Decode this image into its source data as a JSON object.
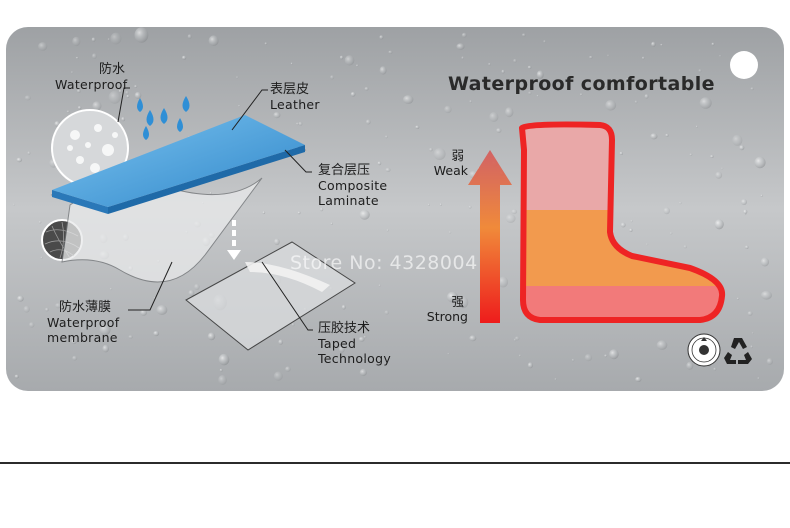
{
  "headline": "Waterproof  comfortable",
  "watermark": "Store No: 4328004",
  "layers": {
    "waterproof": {
      "zh": "防水",
      "en": "Waterproof"
    },
    "leather": {
      "zh": "表层皮",
      "en": "Leather"
    },
    "composite": {
      "zh": "复合层压",
      "en1": "Composite",
      "en2": "Laminate"
    },
    "membrane": {
      "zh": "防水薄膜",
      "en1": "Waterproof",
      "en2": "membrane"
    },
    "taped": {
      "zh": "压胶技术",
      "en1": "Taped",
      "en2": "Technology"
    }
  },
  "scale": {
    "weak": {
      "zh": "弱",
      "en": "Weak"
    },
    "strong": {
      "zh": "强",
      "en": "Strong"
    }
  },
  "colors": {
    "tag_bg": "#b9bbbd",
    "arrow_top": "#c94848",
    "arrow_bottom": "#ee1a1a",
    "boot_top": "#e8a5a5",
    "boot_middle": "#f39a4f",
    "boot_bottom": "#f07a7a",
    "leather_blue": "#3f9ad6"
  },
  "icons": [
    "water-drop-icon",
    "environment-seal-icon",
    "recycle-icon"
  ]
}
